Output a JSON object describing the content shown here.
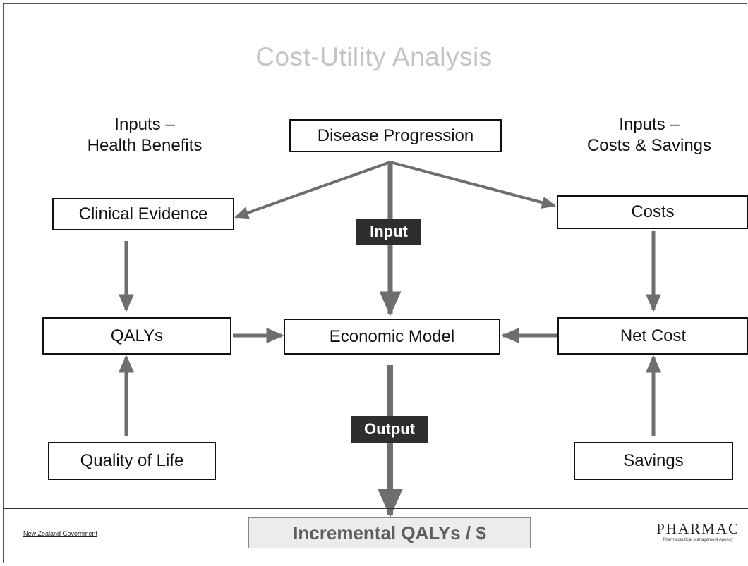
{
  "title": "Cost-Utility Analysis",
  "headings": {
    "left_line1": "Inputs –",
    "left_line2": "Health Benefits",
    "right_line1": "Inputs –",
    "right_line2": "Costs & Savings"
  },
  "nodes": {
    "disease_progression": "Disease Progression",
    "clinical_evidence": "Clinical Evidence",
    "costs": "Costs",
    "qalys": "QALYs",
    "economic_model": "Economic Model",
    "net_cost": "Net Cost",
    "quality_of_life": "Quality of Life",
    "savings": "Savings",
    "outcome": "Incremental QALYs / $"
  },
  "tags": {
    "input": "Input",
    "output": "Output"
  },
  "footer": {
    "government": "New Zealand Government",
    "brand": "PHARMAC",
    "brand_subtitle": "Pharmaceutical Management Agency"
  },
  "colors": {
    "arrow": "#6e6e6e",
    "title": "#c4c4c4",
    "tag_bg": "#2e2e2e",
    "outcome_bg": "#ececec"
  }
}
